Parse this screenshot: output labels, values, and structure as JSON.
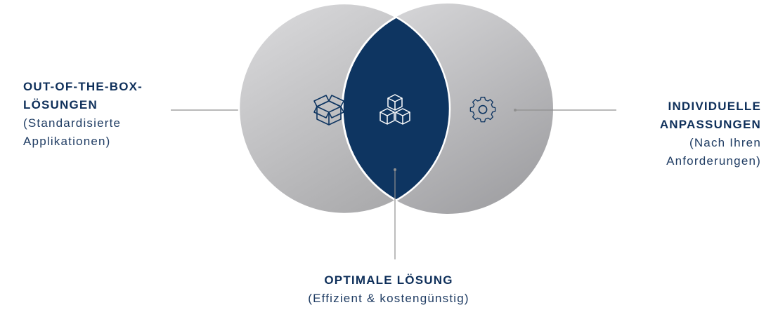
{
  "diagram": {
    "left_label": {
      "title_line1": "OUT-OF-THE-BOX-",
      "title_line2": "LÖSUNGEN",
      "sub_line1": "(Standardisierte",
      "sub_line2": "Applikationen)",
      "icon": "package-box-icon"
    },
    "right_label": {
      "title_line1": "INDIVIDUELLE",
      "title_line2": "ANPASSUNGEN",
      "sub_line1": "(Nach Ihren",
      "sub_line2": "Anforderungen)",
      "icon": "gear-icon"
    },
    "bottom_label": {
      "title": "OPTIMALE LÖSUNG",
      "sub": "(Effizient & kostengünstig)",
      "icon": "stacked-cubes-icon"
    }
  },
  "colors": {
    "navy": "#0e3561",
    "circle_light": "#d9d9db",
    "circle_dark": "#a9a9ac",
    "line": "#8f8f8f"
  }
}
